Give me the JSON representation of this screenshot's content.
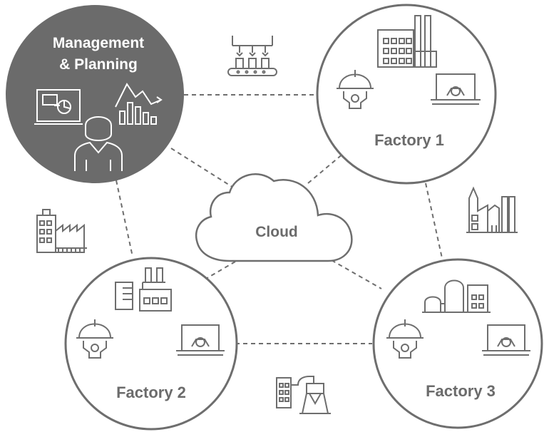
{
  "nodes": {
    "management": {
      "label_line1": "Management",
      "label_line2": "& Planning"
    },
    "factory1": {
      "label": "Factory 1"
    },
    "factory2": {
      "label": "Factory 2"
    },
    "factory3": {
      "label": "Factory 3"
    },
    "cloud": {
      "label": "Cloud"
    }
  },
  "colors": {
    "management_fill": "#6b6b6b",
    "stroke": "#6e6e6e",
    "text_dark": "#6b6b6b",
    "text_light": "#ffffff"
  },
  "icons": {
    "management": [
      "presentation-board-icon",
      "line-bar-chart-icon",
      "person-icon"
    ],
    "factory_node": [
      "hard-hat-gear-icon",
      "laptop-gear-icon"
    ],
    "between": [
      "assembly-line-icon",
      "factory-building-icon",
      "refinery-icon",
      "pipeline-silo-icon"
    ]
  }
}
